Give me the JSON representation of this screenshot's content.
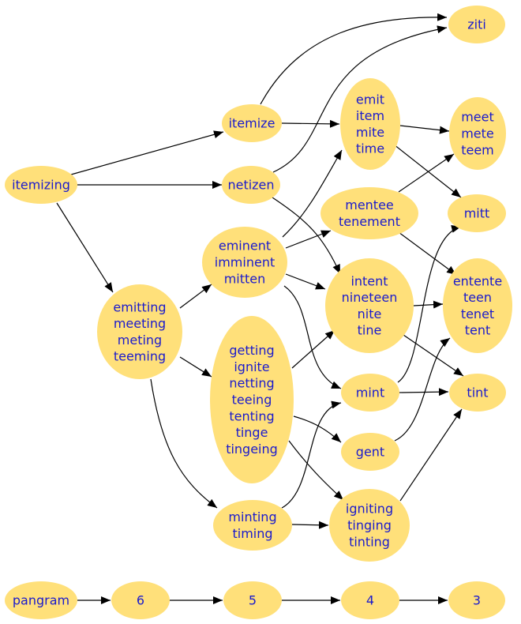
{
  "nodes": [
    {
      "id": "itemizing",
      "lines": [
        "itemizing"
      ]
    },
    {
      "id": "itemize",
      "lines": [
        "itemize"
      ]
    },
    {
      "id": "netizen",
      "lines": [
        "netizen"
      ]
    },
    {
      "id": "ziti",
      "lines": [
        "ziti"
      ]
    },
    {
      "id": "emit",
      "lines": [
        "emit",
        "item",
        "mite",
        "time"
      ]
    },
    {
      "id": "meet",
      "lines": [
        "meet",
        "mete",
        "teem"
      ]
    },
    {
      "id": "mitt",
      "lines": [
        "mitt"
      ]
    },
    {
      "id": "mentee",
      "lines": [
        "mentee",
        "tenement"
      ]
    },
    {
      "id": "eminent",
      "lines": [
        "eminent",
        "imminent",
        "mitten"
      ]
    },
    {
      "id": "intent",
      "lines": [
        "intent",
        "nineteen",
        "nite",
        "tine"
      ]
    },
    {
      "id": "entente",
      "lines": [
        "entente",
        "teen",
        "tenet",
        "tent"
      ]
    },
    {
      "id": "emitting",
      "lines": [
        "emitting",
        "meeting",
        "meting",
        "teeming"
      ]
    },
    {
      "id": "getting",
      "lines": [
        "getting",
        "ignite",
        "netting",
        "teeing",
        "tenting",
        "tinge",
        "tingeing"
      ]
    },
    {
      "id": "mint",
      "lines": [
        "mint"
      ]
    },
    {
      "id": "tint",
      "lines": [
        "tint"
      ]
    },
    {
      "id": "gent",
      "lines": [
        "gent"
      ]
    },
    {
      "id": "minting",
      "lines": [
        "minting",
        "timing"
      ]
    },
    {
      "id": "igniting",
      "lines": [
        "igniting",
        "tinging",
        "tinting"
      ]
    },
    {
      "id": "pangram",
      "lines": [
        "pangram"
      ]
    },
    {
      "id": "n6",
      "lines": [
        "6"
      ]
    },
    {
      "id": "n5",
      "lines": [
        "5"
      ]
    },
    {
      "id": "n4",
      "lines": [
        "4"
      ]
    },
    {
      "id": "n3",
      "lines": [
        "3"
      ]
    }
  ],
  "edges": [
    [
      "itemizing",
      "itemize"
    ],
    [
      "itemizing",
      "netizen"
    ],
    [
      "itemizing",
      "emitting"
    ],
    [
      "itemize",
      "ziti"
    ],
    [
      "itemize",
      "emit"
    ],
    [
      "netizen",
      "ziti"
    ],
    [
      "netizen",
      "intent"
    ],
    [
      "emit",
      "meet"
    ],
    [
      "emit",
      "mitt"
    ],
    [
      "mentee",
      "meet"
    ],
    [
      "mentee",
      "entente"
    ],
    [
      "eminent",
      "emit"
    ],
    [
      "eminent",
      "mentee"
    ],
    [
      "eminent",
      "intent"
    ],
    [
      "eminent",
      "mint"
    ],
    [
      "intent",
      "entente"
    ],
    [
      "intent",
      "tint"
    ],
    [
      "emitting",
      "eminent"
    ],
    [
      "emitting",
      "getting"
    ],
    [
      "emitting",
      "minting"
    ],
    [
      "getting",
      "intent"
    ],
    [
      "getting",
      "gent"
    ],
    [
      "getting",
      "igniting"
    ],
    [
      "mint",
      "mitt"
    ],
    [
      "mint",
      "tint"
    ],
    [
      "gent",
      "entente"
    ],
    [
      "minting",
      "mint"
    ],
    [
      "minting",
      "igniting"
    ],
    [
      "igniting",
      "tint"
    ],
    [
      "pangram",
      "n6"
    ],
    [
      "n6",
      "n5"
    ],
    [
      "n5",
      "n4"
    ],
    [
      "n4",
      "n3"
    ]
  ]
}
